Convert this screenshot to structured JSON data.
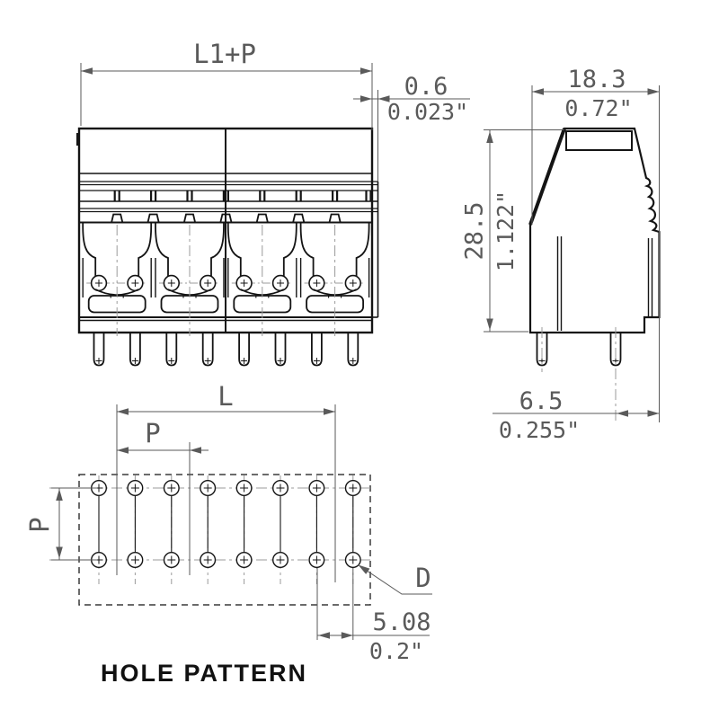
{
  "drawing_title": "HOLE PATTERN",
  "front_view": {
    "width_label": "L1+P",
    "edge_offset": {
      "mm": "0.6",
      "inch": "0.023\""
    }
  },
  "side_view": {
    "width": {
      "mm": "18.3",
      "inch": "0.72\""
    },
    "height": {
      "mm": "28.5",
      "inch": "1.122\""
    },
    "pin_to_edge": {
      "mm": "6.5",
      "inch": "0.255\""
    }
  },
  "hole_pattern": {
    "length_label": "L",
    "pitch_label": "P",
    "row_pitch_label": "P",
    "hole_spacing": {
      "mm": "5.08",
      "inch": "0.2\""
    },
    "diameter_label": "D"
  },
  "colors": {
    "object_line": "#141414",
    "dimension_line": "#5a5a5a",
    "center_line": "#9b9b9b",
    "title_text": "#111111",
    "background": "#ffffff"
  }
}
